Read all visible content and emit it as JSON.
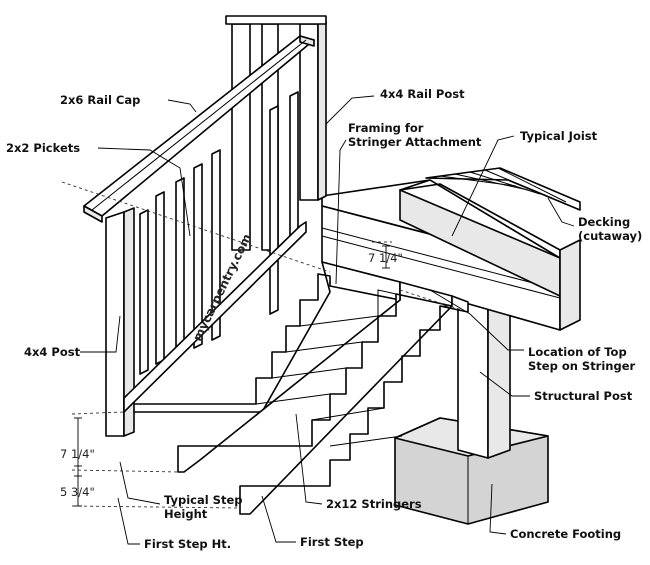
{
  "labels": {
    "rail_cap": "2x6 Rail Cap",
    "rail_post": "4x4 Rail Post",
    "framing_line1": "Framing for",
    "framing_line2": "Stringer Attachment",
    "typical_joist": "Typical Joist",
    "pickets": "2x2 Pickets",
    "decking_line1": "Decking",
    "decking_line2": "(cutaway)",
    "post_4x4": "4x4 Post",
    "top_step_line1": "Location of Top",
    "top_step_line2": "Step on Stringer",
    "structural_post": "Structural Post",
    "typical_step_line1": "Typical Step",
    "typical_step_line2": "Height",
    "stringers": "2x12 Stringers",
    "concrete_footing": "Concrete Footing",
    "first_step_ht": "First Step Ht.",
    "first_step": "First Step"
  },
  "dimensions": {
    "riser_top": "7 1/4\"",
    "riser_typical": "7 1/4\"",
    "first_step_height": "5 3/4\""
  },
  "watermark": "mycarpentry.com",
  "colors": {
    "line": "#000000",
    "wood": "#ffffff",
    "shade": "#e8e8e8",
    "concrete": "#d4d4d4"
  }
}
